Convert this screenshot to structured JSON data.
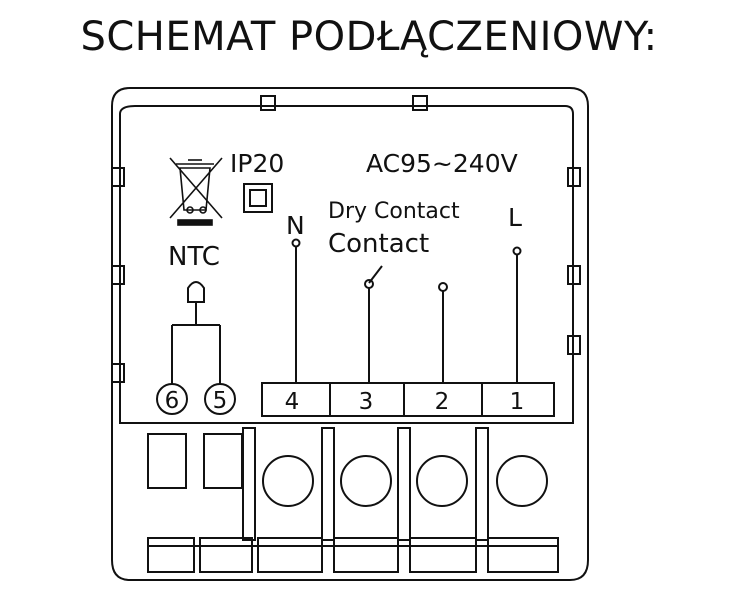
{
  "title": "SCHEMAT PODŁĄCZENIOWY:",
  "labels": {
    "ip": "IP20",
    "voltage": "AC95~240V",
    "neutral": "N",
    "live": "L",
    "dry_contact_1": "Dry Contact",
    "dry_contact_2": "Contact",
    "ntc": "NTC"
  },
  "terminals": {
    "t6": "6",
    "t5": "5",
    "t4": "4",
    "t3": "3",
    "t2": "2",
    "t1": "1"
  },
  "colors": {
    "line": "#111111",
    "background": "#ffffff"
  }
}
